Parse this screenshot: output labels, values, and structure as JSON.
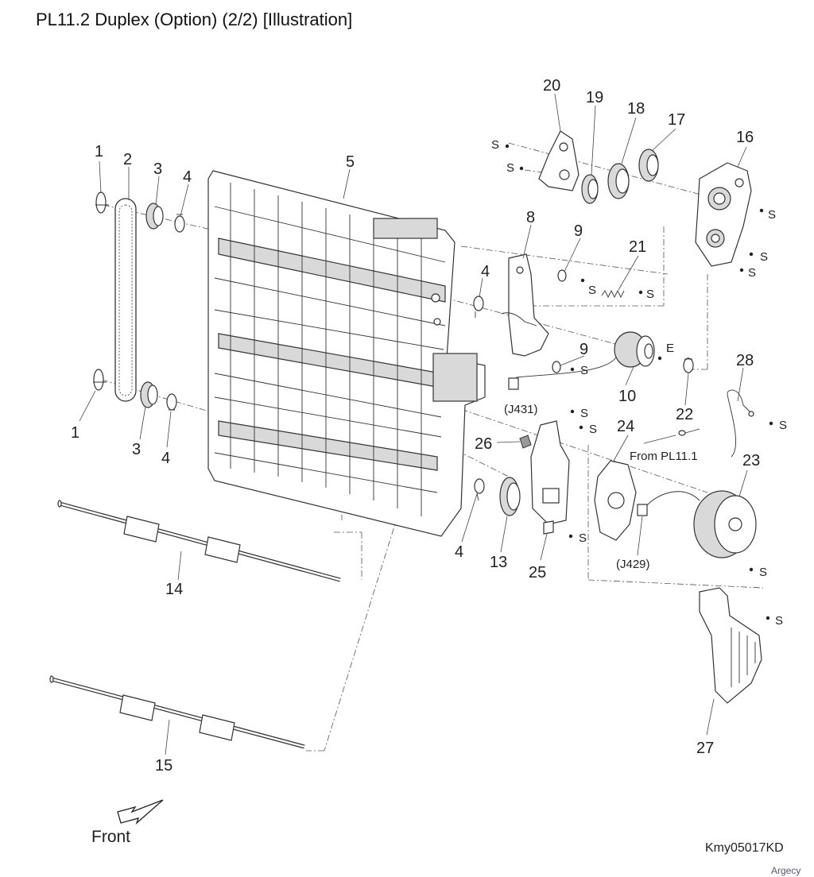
{
  "title": "PL11.2 Duplex (Option) (2/2)  [Illustration]",
  "document_code": "Kmy05017KD",
  "watermark": "Argecy",
  "front_label": "Front",
  "screw_label": "S",
  "e_label": "E",
  "connectors": {
    "j431": "(J431)",
    "j429": "(J429)"
  },
  "from_label": "From PL11.1",
  "callouts": {
    "c1a": "1",
    "c1b": "1",
    "c2": "2",
    "c3a": "3",
    "c3b": "3",
    "c4a": "4",
    "c4b": "4",
    "c4c": "4",
    "c4d": "4",
    "c5": "5",
    "c8": "8",
    "c9a": "9",
    "c9b": "9",
    "c10": "10",
    "c13": "13",
    "c14": "14",
    "c15": "15",
    "c16": "16",
    "c17": "17",
    "c18": "18",
    "c19": "19",
    "c20": "20",
    "c21": "21",
    "c22": "22",
    "c23": "23",
    "c24": "24",
    "c25": "25",
    "c26": "26",
    "c27": "27",
    "c28": "28"
  }
}
